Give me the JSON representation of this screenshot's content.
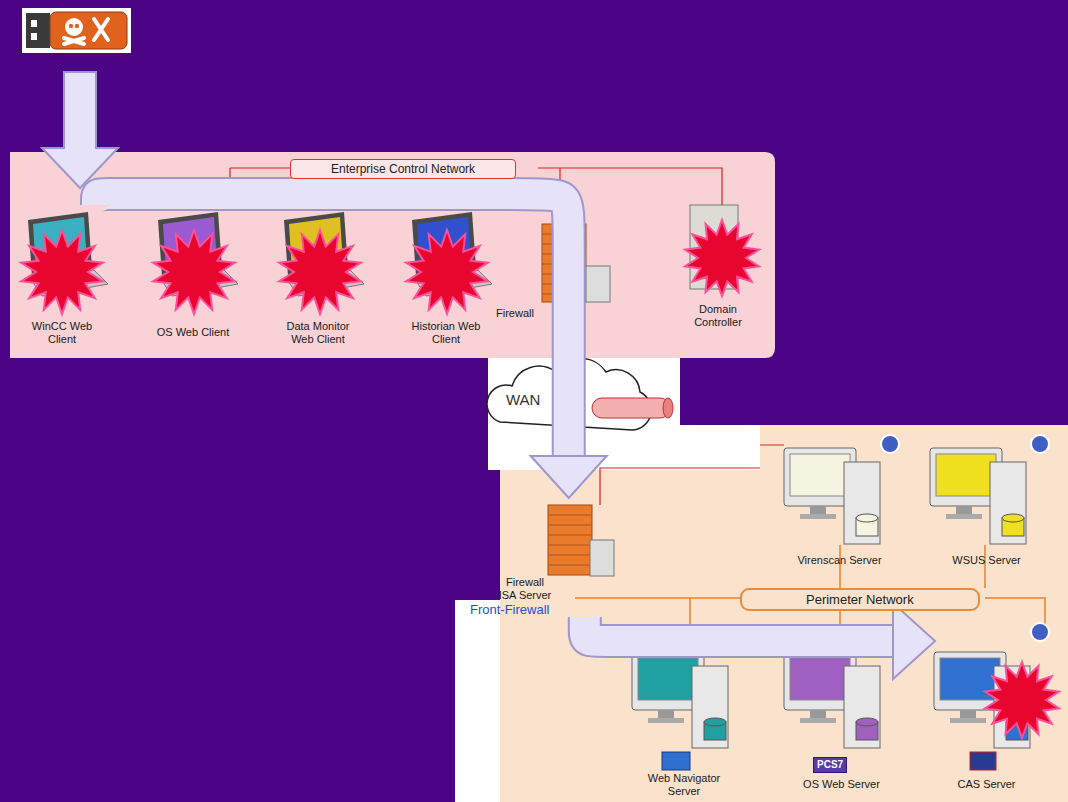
{
  "diagram": {
    "nodes": [
      {
        "text": [
          "Enterprise Control Network"
        ]
      },
      {
        "text": [
          "WinCC Web Client"
        ],
        "in": 0
      },
      {
        "text": [
          "OS Web Client"
        ],
        "in": 0
      },
      {
        "text": [
          "Data Monitor Web Client"
        ],
        "in": 0
      },
      {
        "text": [
          "Historian Web Client"
        ],
        "in": 0
      },
      {
        "text": [
          "Firewall"
        ],
        "in": 0
      },
      {
        "text": [
          "Domain Controller"
        ],
        "in": 0
      },
      {
        "text": [
          "WAN"
        ]
      },
      {
        "text": [
          "Perimeter Network"
        ]
      },
      {
        "text": [
          "Firewall ISA Server",
          "Front-Firewall"
        ],
        "in": 8
      },
      {
        "text": [
          "Virenscan Server"
        ],
        "in": 8
      },
      {
        "text": [
          "WSUS Server"
        ],
        "in": 8
      },
      {
        "text": [
          "Web Navigator Server"
        ],
        "in": 8
      },
      {
        "text": [
          "OS Web Server"
        ],
        "in": 8
      },
      {
        "text": [
          "CAS Server"
        ],
        "in": 8
      }
    ],
    "edges": [
      {
        "from": 1,
        "to": 9,
        "arrow": "to"
      },
      {
        "from": 9,
        "to": 14,
        "arrow": "to"
      }
    ],
    "labels": [
      "PCS7"
    ]
  }
}
